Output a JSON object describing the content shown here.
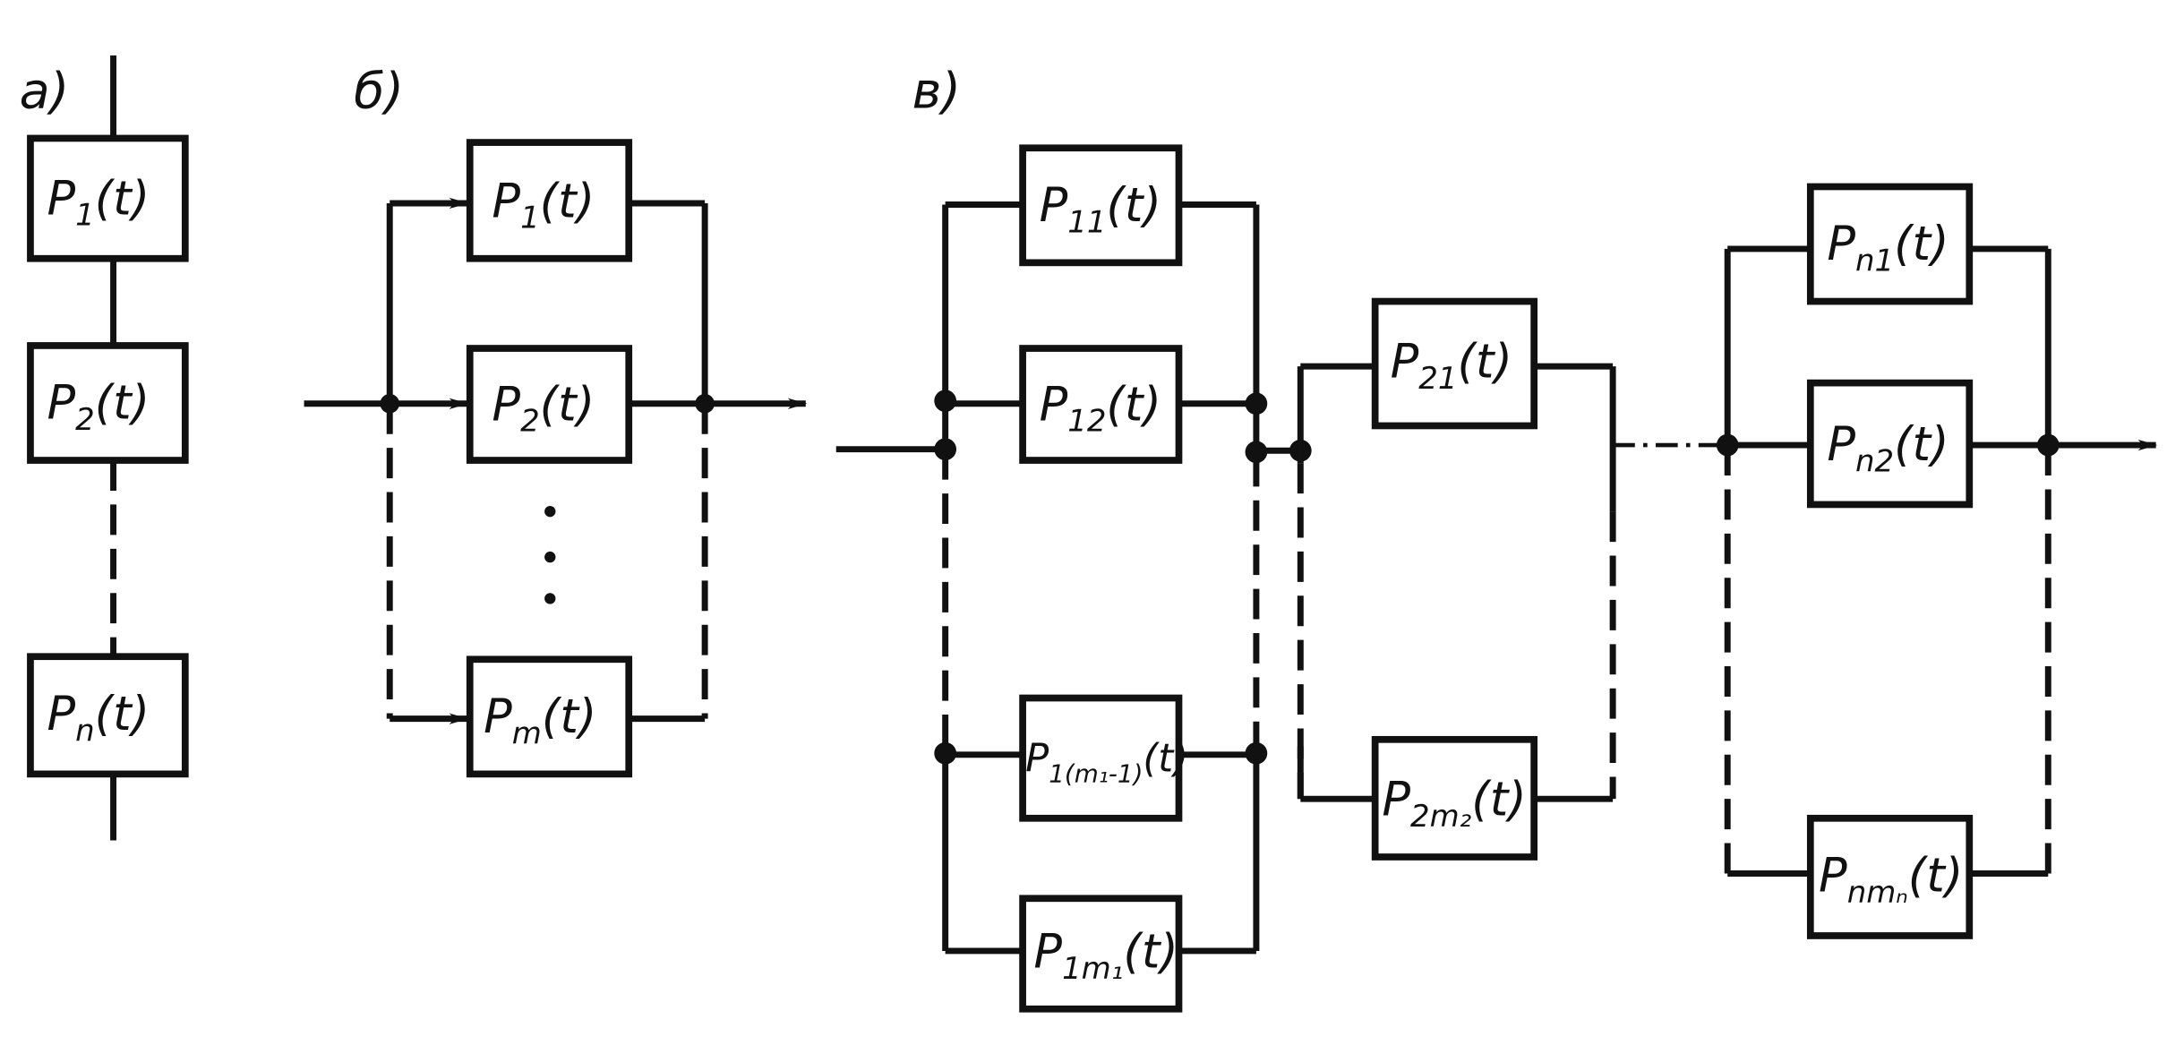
{
  "panels": {
    "a": {
      "label": "a)",
      "blocks": [
        {
          "p": "P",
          "sub": "1",
          "arg": "(t)"
        },
        {
          "p": "P",
          "sub": "2",
          "arg": "(t)"
        },
        {
          "p": "P",
          "sub": "n",
          "arg": "(t)"
        }
      ]
    },
    "b": {
      "label": "б)",
      "blocks": [
        {
          "p": "P",
          "sub": "1",
          "arg": "(t)"
        },
        {
          "p": "P",
          "sub": "2",
          "arg": "(t)"
        },
        {
          "p": "P",
          "sub": "m",
          "arg": "(t)"
        }
      ],
      "ellipsis": "⋮"
    },
    "v": {
      "label": "в)",
      "blocks": [
        {
          "p": "P",
          "sub": "11",
          "arg": "(t)"
        },
        {
          "p": "P",
          "sub": "12",
          "arg": "(t)"
        },
        {
          "p": "P",
          "sub": "1(m₁-1)",
          "arg": "(t)"
        },
        {
          "p": "P",
          "sub": "1m₁",
          "arg": "(t)"
        },
        {
          "p": "P",
          "sub": "21",
          "arg": "(t)"
        },
        {
          "p": "P",
          "sub": "2m₂",
          "arg": "(t)"
        },
        {
          "p": "P",
          "sub": "n1",
          "arg": "(t)"
        },
        {
          "p": "P",
          "sub": "n2",
          "arg": "(t)"
        },
        {
          "p": "P",
          "sub": "nmₙ",
          "arg": "(t)"
        }
      ]
    }
  },
  "colors": {
    "ink": "#111111",
    "paper": "#ffffff"
  }
}
